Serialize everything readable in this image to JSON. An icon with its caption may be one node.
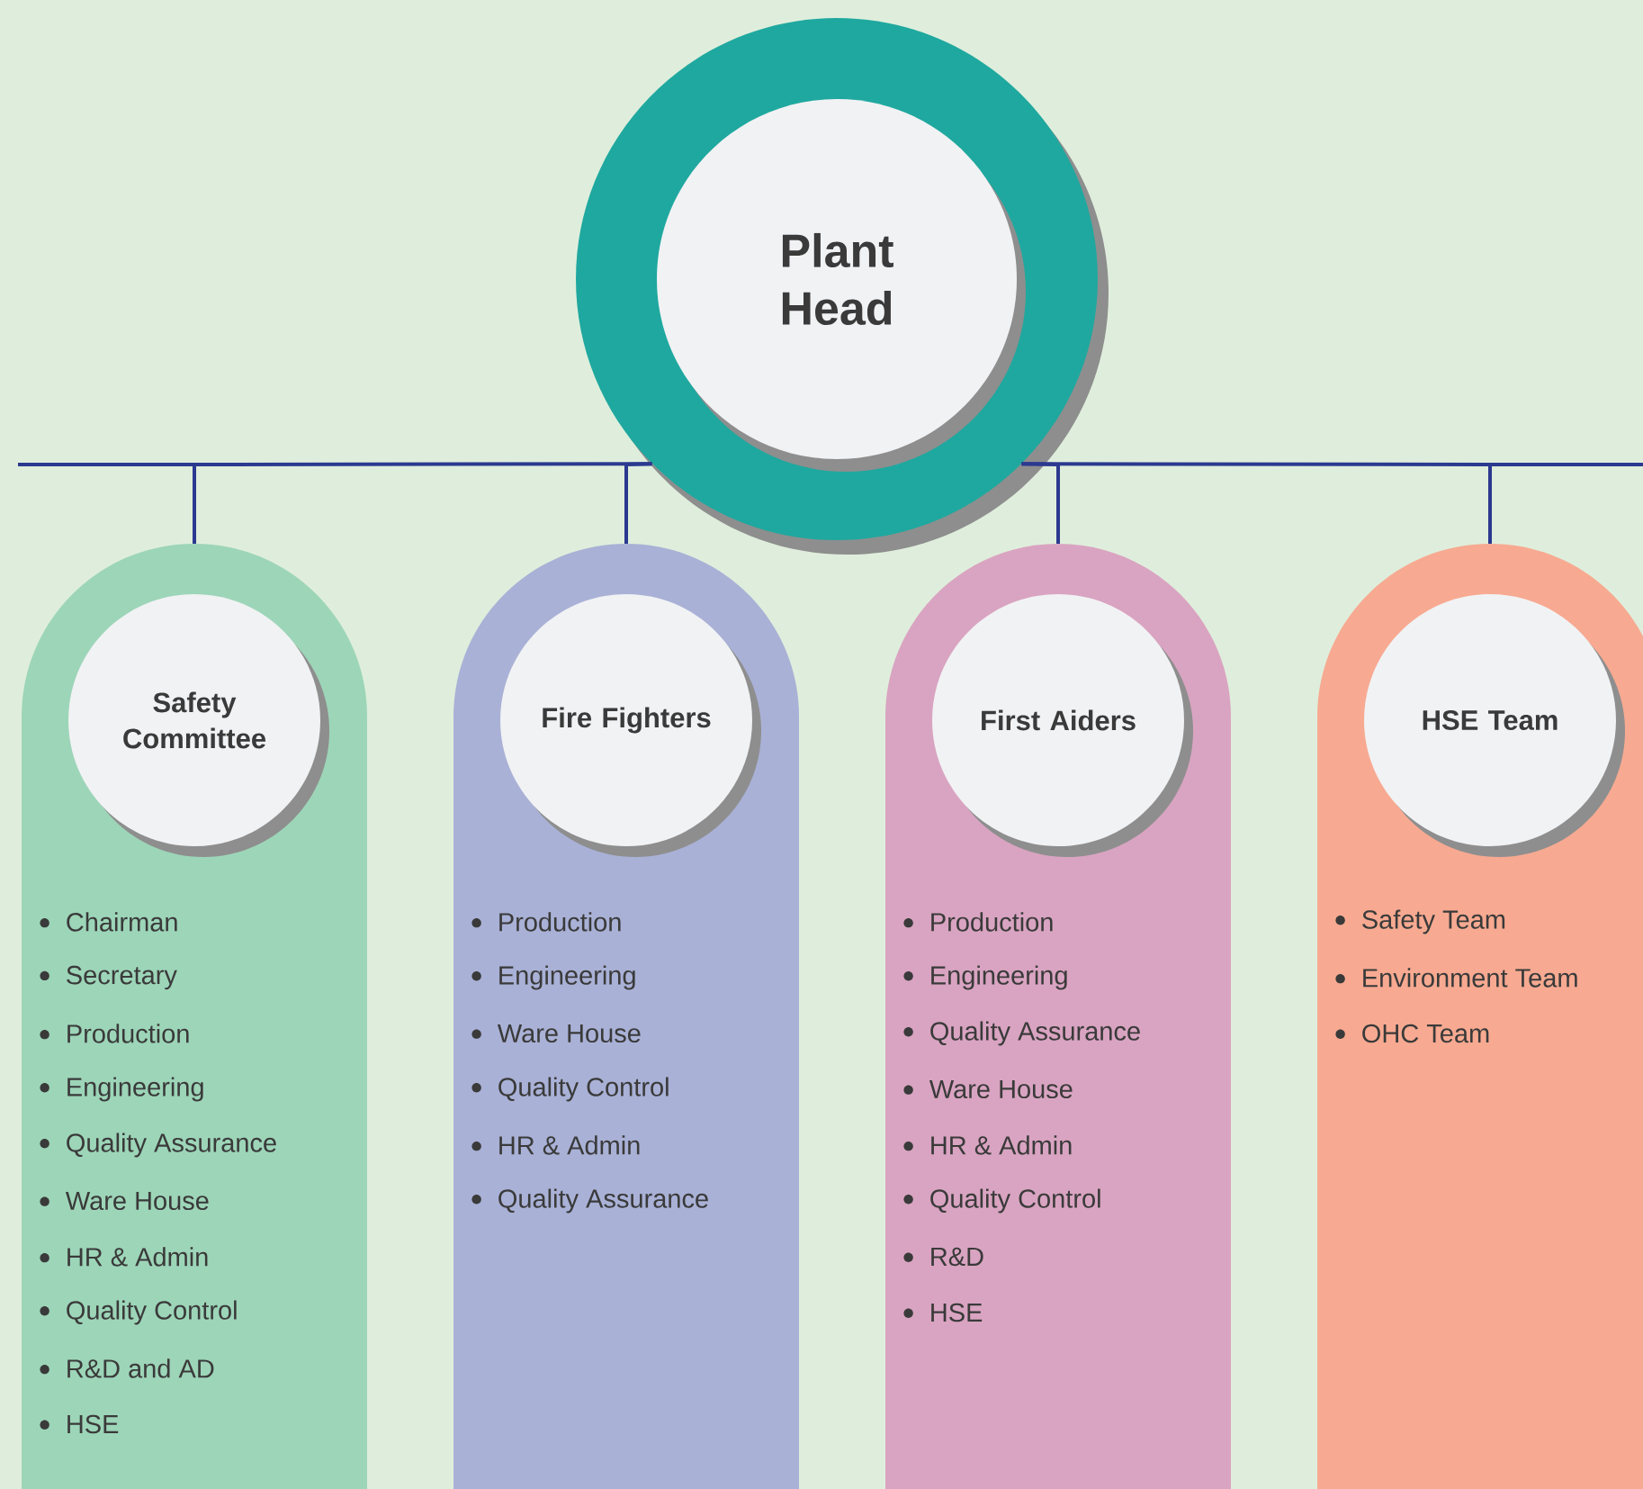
{
  "diagram": {
    "nodes": [
      {
        "text": [
          "Plant Head"
        ]
      },
      {
        "text": [
          "Chairman",
          "Secretary",
          "Production",
          "Engineering",
          "Quality Assurance",
          "Ware House",
          "HR & Admin",
          "Quality Control",
          "R&D and AD",
          "HSE"
        ]
      },
      {
        "text": [
          "Safety Committee"
        ],
        "in": 1
      },
      {
        "text": [
          "Production",
          "Engineering",
          "Ware House",
          "Quality Control",
          "HR & Admin",
          "Quality Assurance"
        ]
      },
      {
        "text": [
          "Fire Fighters"
        ],
        "in": 3
      },
      {
        "text": [
          "Production",
          "Engineering",
          "Quality Assurance",
          "Ware House",
          "HR & Admin",
          "Quality Control",
          "R&D",
          "HSE"
        ]
      },
      {
        "text": [
          "First Aiders"
        ],
        "in": 5
      },
      {
        "text": [
          "Safety  Team",
          "Environment Team",
          "OHC Team"
        ]
      },
      {
        "text": [
          "HSE Team"
        ],
        "in": 7
      }
    ],
    "edges": [
      {
        "from": 0,
        "to": 1,
        "arrow": "none"
      },
      {
        "from": 0,
        "to": 3,
        "arrow": "none"
      },
      {
        "from": 0,
        "to": 5,
        "arrow": "none"
      },
      {
        "from": 0,
        "to": 7,
        "arrow": "none"
      }
    ]
  }
}
